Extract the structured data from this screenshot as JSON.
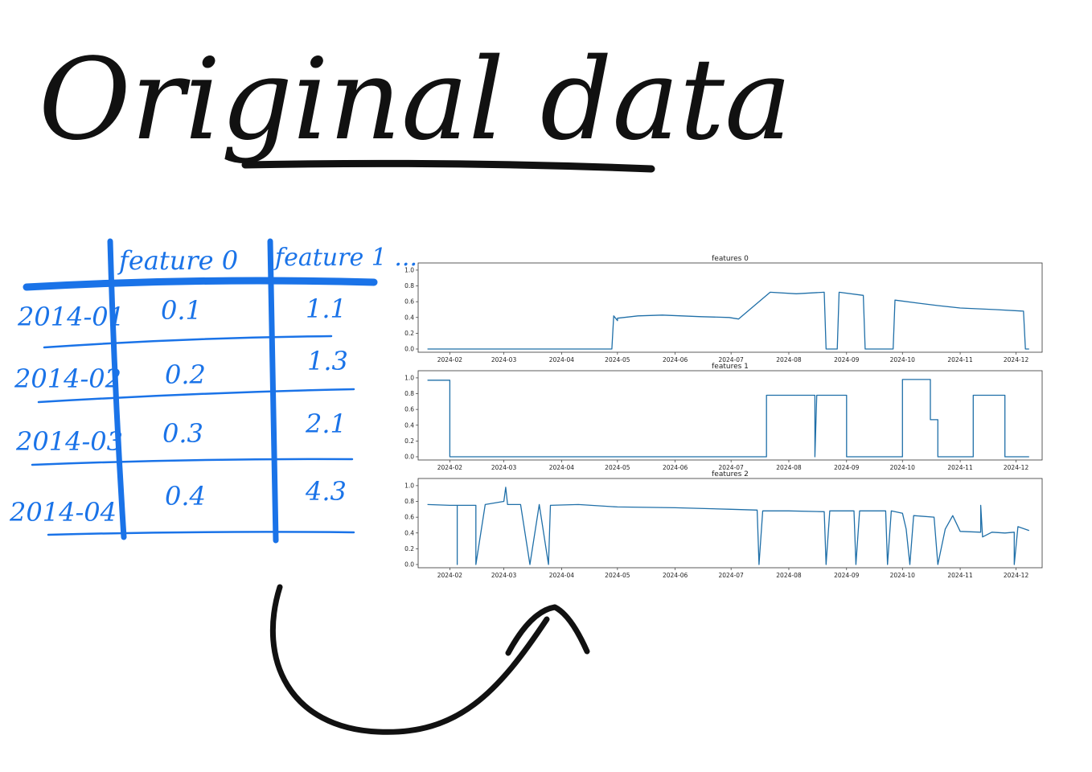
{
  "header": {
    "title": "Original data"
  },
  "table": {
    "columns": [
      "feature 0",
      "feature 1 ..."
    ],
    "rows": [
      {
        "date": "2014-01",
        "f0": "0.1",
        "f1": "1.1"
      },
      {
        "date": "2014-02",
        "f0": "0.2",
        "f1": "1.3"
      },
      {
        "date": "2014-03",
        "f0": "0.3",
        "f1": "2.1"
      },
      {
        "date": "2014-04",
        "f0": "0.4",
        "f1": "4.3"
      }
    ],
    "ink_color": "#1a73e8"
  },
  "arrow": {
    "color": "#111111",
    "icon": "curved-arrow-icon"
  },
  "chart_data": [
    {
      "type": "line",
      "title": "features 0",
      "color": "#1f6fa8",
      "x_ticks": [
        "2024-02",
        "2024-03",
        "2024-04",
        "2024-05",
        "2024-06",
        "2024-07",
        "2024-08",
        "2024-09",
        "2024-10",
        "2024-11",
        "2024-12"
      ],
      "y_ticks": [
        "0.0",
        "0.2",
        "0.4",
        "0.6",
        "0.8",
        "1.0"
      ],
      "xlim": [
        "2024-01-15",
        "2024-12-15"
      ],
      "ylim": [
        0,
        1.05
      ],
      "series": [
        {
          "points": [
            [
              "2024-01-20",
              0.0
            ],
            [
              "2024-04-28",
              0.0
            ],
            [
              "2024-04-29",
              0.42
            ],
            [
              "2024-05-01",
              0.36
            ],
            [
              "2024-05-01",
              0.39
            ],
            [
              "2024-05-12",
              0.42
            ],
            [
              "2024-05-25",
              0.43
            ],
            [
              "2024-06-15",
              0.41
            ],
            [
              "2024-06-30",
              0.4
            ],
            [
              "2024-07-05",
              0.38
            ],
            [
              "2024-07-22",
              0.72
            ],
            [
              "2024-08-05",
              0.7
            ],
            [
              "2024-08-20",
              0.72
            ],
            [
              "2024-08-21",
              0.0
            ],
            [
              "2024-08-27",
              0.0
            ],
            [
              "2024-08-28",
              0.72
            ],
            [
              "2024-09-10",
              0.68
            ],
            [
              "2024-09-11",
              0.0
            ],
            [
              "2024-09-26",
              0.0
            ],
            [
              "2024-09-27",
              0.62
            ],
            [
              "2024-10-10",
              0.58
            ],
            [
              "2024-10-20",
              0.55
            ],
            [
              "2024-11-01",
              0.52
            ],
            [
              "2024-11-20",
              0.5
            ],
            [
              "2024-12-05",
              0.48
            ],
            [
              "2024-12-06",
              0.0
            ],
            [
              "2024-12-08",
              0.0
            ]
          ]
        }
      ]
    },
    {
      "type": "line",
      "title": "features 1",
      "color": "#1f6fa8",
      "x_ticks": [
        "2024-02",
        "2024-03",
        "2024-04",
        "2024-05",
        "2024-06",
        "2024-07",
        "2024-08",
        "2024-09",
        "2024-10",
        "2024-11",
        "2024-12"
      ],
      "y_ticks": [
        "0.0",
        "0.2",
        "0.4",
        "0.6",
        "0.8",
        "1.0"
      ],
      "xlim": [
        "2024-01-15",
        "2024-12-15"
      ],
      "ylim": [
        0,
        1.05
      ],
      "series": [
        {
          "points": [
            [
              "2024-01-20",
              0.97
            ],
            [
              "2024-02-01",
              0.97
            ],
            [
              "2024-02-01",
              0.0
            ],
            [
              "2024-07-20",
              0.0
            ],
            [
              "2024-07-20",
              0.78
            ],
            [
              "2024-08-15",
              0.78
            ],
            [
              "2024-08-15",
              0.0
            ],
            [
              "2024-08-16",
              0.78
            ],
            [
              "2024-09-01",
              0.78
            ],
            [
              "2024-09-01",
              0.0
            ],
            [
              "2024-10-01",
              0.0
            ],
            [
              "2024-10-01",
              0.98
            ],
            [
              "2024-10-16",
              0.98
            ],
            [
              "2024-10-16",
              0.47
            ],
            [
              "2024-10-20",
              0.47
            ],
            [
              "2024-10-20",
              0.0
            ],
            [
              "2024-11-08",
              0.0
            ],
            [
              "2024-11-08",
              0.78
            ],
            [
              "2024-11-25",
              0.78
            ],
            [
              "2024-11-25",
              0.0
            ],
            [
              "2024-12-08",
              0.0
            ]
          ]
        }
      ]
    },
    {
      "type": "line",
      "title": "features 2",
      "color": "#1f6fa8",
      "x_ticks": [
        "2024-02",
        "2024-03",
        "2024-04",
        "2024-05",
        "2024-06",
        "2024-07",
        "2024-08",
        "2024-09",
        "2024-10",
        "2024-11",
        "2024-12"
      ],
      "y_ticks": [
        "0.0",
        "0.2",
        "0.4",
        "0.6",
        "0.8",
        "1.0"
      ],
      "xlim": [
        "2024-01-15",
        "2024-12-15"
      ],
      "ylim": [
        0,
        1.05
      ],
      "series": [
        {
          "points": [
            [
              "2024-01-20",
              0.76
            ],
            [
              "2024-02-01",
              0.75
            ],
            [
              "2024-02-05",
              0.75
            ],
            [
              "2024-02-05",
              0.0
            ],
            [
              "2024-02-05",
              0.75
            ],
            [
              "2024-02-15",
              0.75
            ],
            [
              "2024-02-15",
              0.0
            ],
            [
              "2024-02-20",
              0.76
            ],
            [
              "2024-03-01",
              0.8
            ],
            [
              "2024-03-02",
              0.98
            ],
            [
              "2024-03-03",
              0.76
            ],
            [
              "2024-03-10",
              0.76
            ],
            [
              "2024-03-15",
              0.0
            ],
            [
              "2024-03-20",
              0.76
            ],
            [
              "2024-03-25",
              0.0
            ],
            [
              "2024-03-26",
              0.75
            ],
            [
              "2024-04-10",
              0.76
            ],
            [
              "2024-05-01",
              0.73
            ],
            [
              "2024-06-01",
              0.72
            ],
            [
              "2024-07-01",
              0.7
            ],
            [
              "2024-07-15",
              0.69
            ],
            [
              "2024-07-16",
              0.0
            ],
            [
              "2024-07-18",
              0.68
            ],
            [
              "2024-08-01",
              0.68
            ],
            [
              "2024-08-20",
              0.67
            ],
            [
              "2024-08-21",
              0.0
            ],
            [
              "2024-08-23",
              0.68
            ],
            [
              "2024-09-05",
              0.68
            ],
            [
              "2024-09-06",
              0.0
            ],
            [
              "2024-09-08",
              0.68
            ],
            [
              "2024-09-22",
              0.68
            ],
            [
              "2024-09-23",
              0.0
            ],
            [
              "2024-09-25",
              0.68
            ],
            [
              "2024-10-01",
              0.65
            ],
            [
              "2024-10-03",
              0.45
            ],
            [
              "2024-10-05",
              0.0
            ],
            [
              "2024-10-07",
              0.62
            ],
            [
              "2024-10-18",
              0.6
            ],
            [
              "2024-10-20",
              0.0
            ],
            [
              "2024-10-24",
              0.45
            ],
            [
              "2024-10-28",
              0.62
            ],
            [
              "2024-11-01",
              0.42
            ],
            [
              "2024-11-12",
              0.41
            ],
            [
              "2024-11-12",
              0.75
            ],
            [
              "2024-11-13",
              0.35
            ],
            [
              "2024-11-18",
              0.41
            ],
            [
              "2024-11-25",
              0.4
            ],
            [
              "2024-11-30",
              0.41
            ],
            [
              "2024-11-30",
              0.0
            ],
            [
              "2024-12-02",
              0.48
            ],
            [
              "2024-12-08",
              0.43
            ]
          ]
        }
      ]
    }
  ]
}
